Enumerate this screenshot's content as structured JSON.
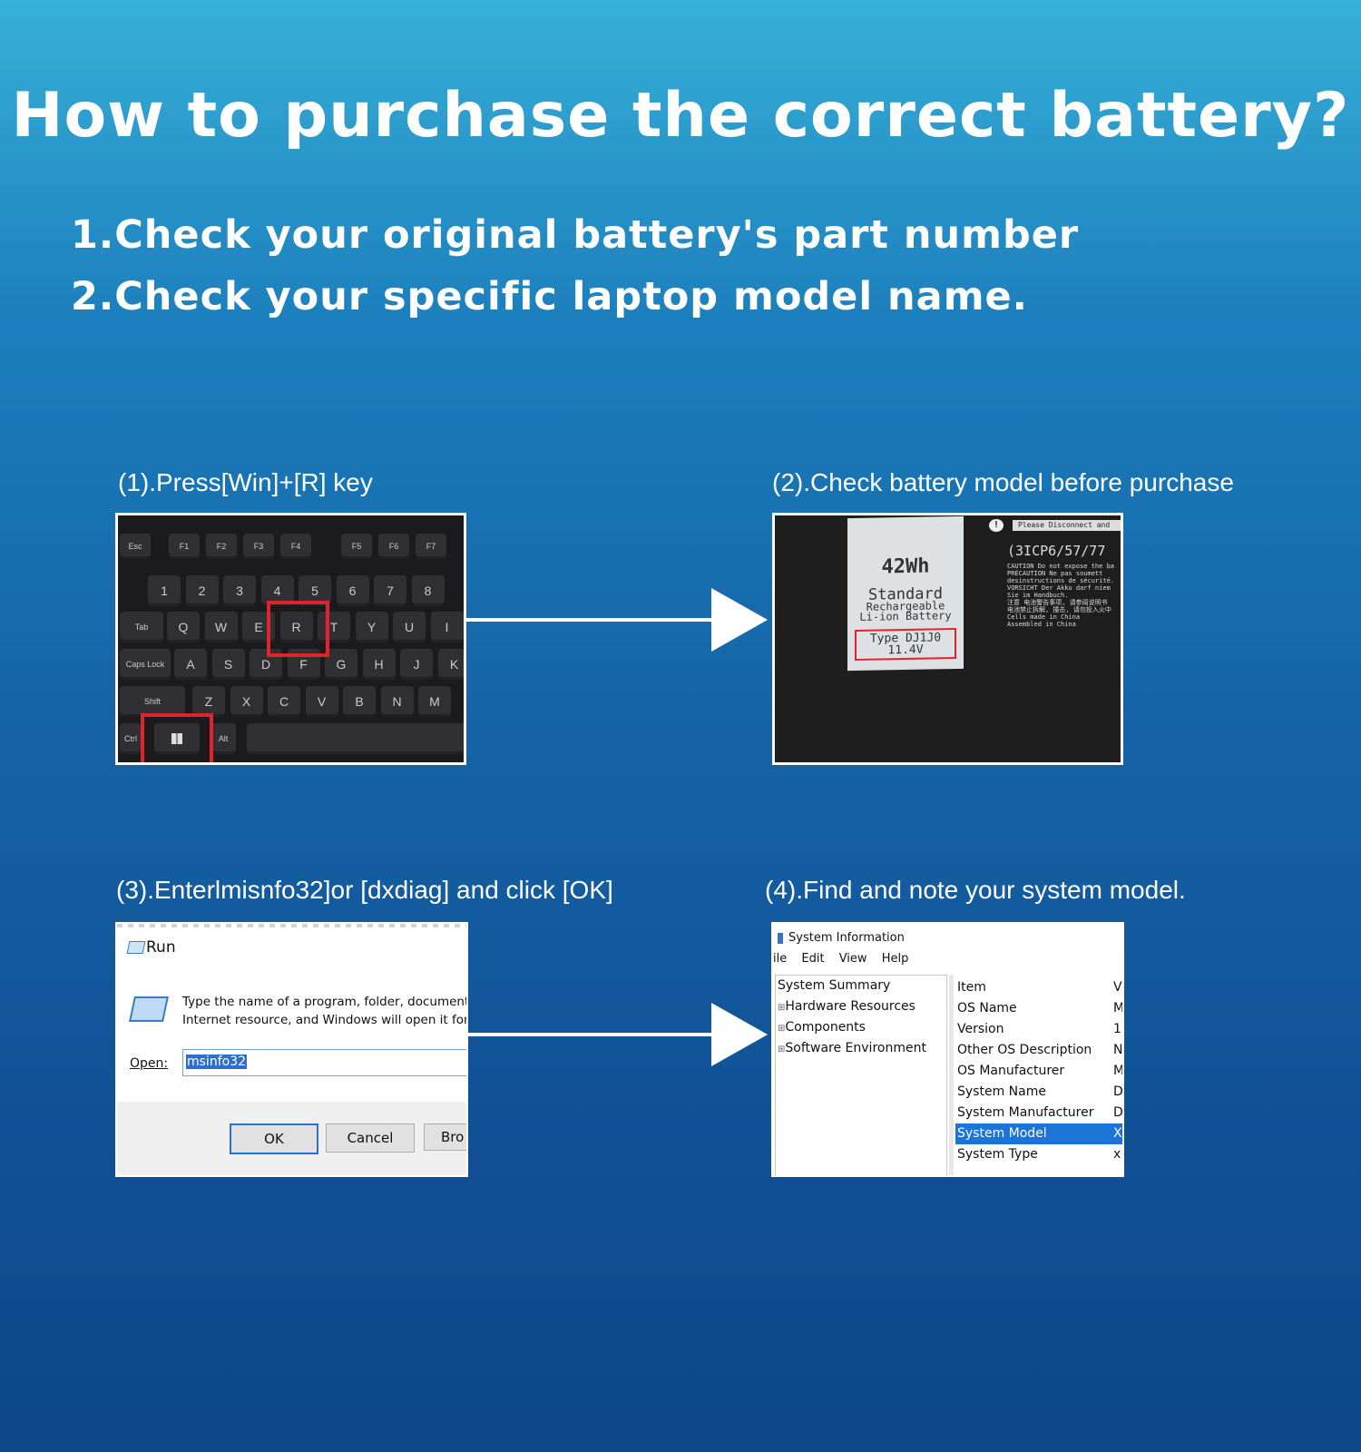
{
  "title": "How to purchase the correct battery?",
  "steps": [
    "1.Check your original battery's part number",
    "2.Check your specific laptop model name."
  ],
  "captions": {
    "c1": "(1).Press[Win]+[R] key",
    "c2": "(2).Check battery model before purchase",
    "c3": "(3).Enterlmisnfo32]or [dxdiag] and click [OK]",
    "c4": "(4).Find and note your system model."
  },
  "keyboard": {
    "fn_row": [
      "Esc",
      "F1",
      "F2",
      "F3",
      "F4",
      "F5",
      "F6",
      "F7"
    ],
    "num_row": [
      "1",
      "2",
      "3",
      "4",
      "5",
      "6",
      "7",
      "8"
    ],
    "q_row": [
      "Tab",
      "Q",
      "W",
      "E",
      "R",
      "T",
      "Y",
      "U",
      "I"
    ],
    "a_row": [
      "Caps Lock",
      "A",
      "S",
      "D",
      "F",
      "G",
      "H",
      "J",
      "K"
    ],
    "z_row": [
      "Shift",
      "Z",
      "X",
      "C",
      "V",
      "B",
      "N",
      "M"
    ],
    "bottom_row": [
      "Ctrl",
      "Alt"
    ]
  },
  "battery_label": {
    "capacity": "42Wh",
    "line1": "Standard",
    "line2": "Rechargeable",
    "line3": "Li-ion Battery",
    "type": "Type DJ1J0",
    "voltage": "11.4V",
    "warning": "Please Disconnect and",
    "cell": "(3ICP6/57/77",
    "caution": "CAUTION Do not expose the ba",
    "precaution": "PRÉCAUTION Ne pas soumett",
    "instructions": "desinstructions de sécurité.",
    "vorsicht": "VORSICHT Der Akku darf niem",
    "handbuch": "Sie im Handbuch.",
    "cn1": "注意 电池警告事项, 请参阅说明书",
    "cn2": "电池禁止拆解, 撞击, 请勿投入火中",
    "made": "Cells made in China",
    "assembled": "Assembled in China"
  },
  "run_dialog": {
    "title": "Run",
    "description_line1": "Type the name of a program, folder, document,",
    "description_line2": "Internet resource, and Windows will open it for",
    "open_label": "Open:",
    "input_value": "msinfo32",
    "ok": "OK",
    "cancel": "Cancel",
    "browse": "Bro"
  },
  "sysinfo": {
    "title": "System Information",
    "menu": [
      "ile",
      "Edit",
      "View",
      "Help"
    ],
    "tree": [
      "System Summary",
      "Hardware Resources",
      "Components",
      "Software Environment"
    ],
    "rows": [
      {
        "item": "Item",
        "value": "V"
      },
      {
        "item": "OS Name",
        "value": "M"
      },
      {
        "item": "Version",
        "value": "1"
      },
      {
        "item": "Other OS Description",
        "value": "N"
      },
      {
        "item": "OS Manufacturer",
        "value": "M"
      },
      {
        "item": "System Name",
        "value": "D"
      },
      {
        "item": "System Manufacturer",
        "value": "D"
      },
      {
        "item": "System Model",
        "value": "X"
      },
      {
        "item": "System Type",
        "value": "x"
      }
    ],
    "highlight_color": "#1b74d6"
  },
  "colors": {
    "highlight": "#e2232e"
  }
}
